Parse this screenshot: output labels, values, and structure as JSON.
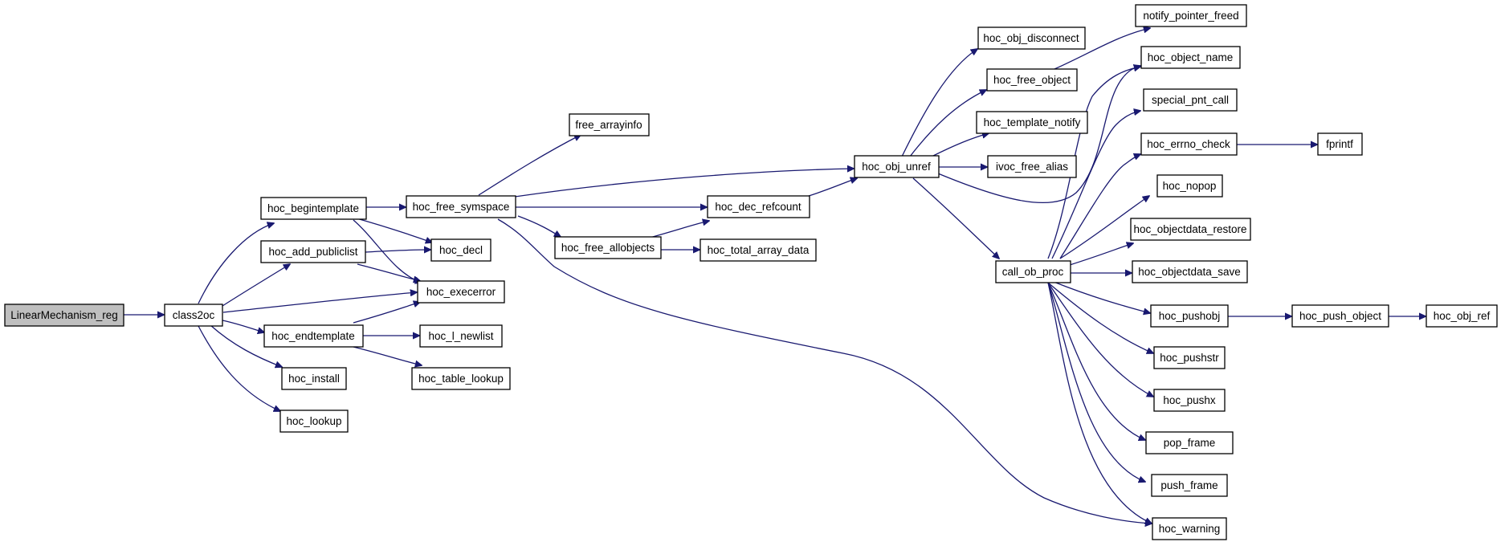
{
  "graph": {
    "nodes": {
      "LinearMechanism_reg": "LinearMechanism_reg",
      "class2oc": "class2oc",
      "hoc_begintemplate": "hoc_begintemplate",
      "hoc_add_publiclist": "hoc_add_publiclist",
      "hoc_endtemplate": "hoc_endtemplate",
      "hoc_install": "hoc_install",
      "hoc_lookup": "hoc_lookup",
      "hoc_free_symspace": "hoc_free_symspace",
      "hoc_decl": "hoc_decl",
      "hoc_execerror": "hoc_execerror",
      "hoc_l_newlist": "hoc_l_newlist",
      "hoc_table_lookup": "hoc_table_lookup",
      "free_arrayinfo": "free_arrayinfo",
      "hoc_free_allobjects": "hoc_free_allobjects",
      "hoc_dec_refcount": "hoc_dec_refcount",
      "hoc_total_array_data": "hoc_total_array_data",
      "hoc_obj_unref": "hoc_obj_unref",
      "hoc_obj_disconnect": "hoc_obj_disconnect",
      "hoc_free_object": "hoc_free_object",
      "hoc_template_notify": "hoc_template_notify",
      "ivoc_free_alias": "ivoc_free_alias",
      "call_ob_proc": "call_ob_proc",
      "notify_pointer_freed": "notify_pointer_freed",
      "hoc_object_name": "hoc_object_name",
      "special_pnt_call": "special_pnt_call",
      "hoc_errno_check": "hoc_errno_check",
      "fprintf": "fprintf",
      "hoc_nopop": "hoc_nopop",
      "hoc_objectdata_restore": "hoc_objectdata_restore",
      "hoc_objectdata_save": "hoc_objectdata_save",
      "hoc_pushobj": "hoc_pushobj",
      "hoc_push_object": "hoc_push_object",
      "hoc_obj_ref": "hoc_obj_ref",
      "hoc_pushstr": "hoc_pushstr",
      "hoc_pushx": "hoc_pushx",
      "pop_frame": "pop_frame",
      "push_frame": "push_frame",
      "hoc_warning": "hoc_warning"
    },
    "edges": [
      [
        "LinearMechanism_reg",
        "class2oc"
      ],
      [
        "class2oc",
        "hoc_begintemplate"
      ],
      [
        "class2oc",
        "hoc_add_publiclist"
      ],
      [
        "class2oc",
        "hoc_execerror"
      ],
      [
        "class2oc",
        "hoc_endtemplate"
      ],
      [
        "class2oc",
        "hoc_install"
      ],
      [
        "class2oc",
        "hoc_lookup"
      ],
      [
        "hoc_begintemplate",
        "hoc_free_symspace"
      ],
      [
        "hoc_begintemplate",
        "hoc_decl"
      ],
      [
        "hoc_begintemplate",
        "hoc_execerror"
      ],
      [
        "hoc_add_publiclist",
        "hoc_decl"
      ],
      [
        "hoc_add_publiclist",
        "hoc_execerror"
      ],
      [
        "hoc_endtemplate",
        "hoc_execerror"
      ],
      [
        "hoc_endtemplate",
        "hoc_l_newlist"
      ],
      [
        "hoc_endtemplate",
        "hoc_table_lookup"
      ],
      [
        "hoc_free_symspace",
        "free_arrayinfo"
      ],
      [
        "hoc_free_symspace",
        "hoc_obj_unref"
      ],
      [
        "hoc_free_symspace",
        "hoc_dec_refcount"
      ],
      [
        "hoc_free_symspace",
        "hoc_free_allobjects"
      ],
      [
        "hoc_free_symspace",
        "hoc_warning"
      ],
      [
        "hoc_free_allobjects",
        "hoc_dec_refcount"
      ],
      [
        "hoc_free_allobjects",
        "hoc_total_array_data"
      ],
      [
        "hoc_dec_refcount",
        "hoc_obj_unref"
      ],
      [
        "hoc_obj_unref",
        "hoc_obj_disconnect"
      ],
      [
        "hoc_obj_unref",
        "hoc_free_object"
      ],
      [
        "hoc_obj_unref",
        "hoc_template_notify"
      ],
      [
        "hoc_obj_unref",
        "ivoc_free_alias"
      ],
      [
        "hoc_obj_unref",
        "hoc_object_name"
      ],
      [
        "hoc_obj_unref",
        "call_ob_proc"
      ],
      [
        "hoc_free_object",
        "notify_pointer_freed"
      ],
      [
        "call_ob_proc",
        "hoc_object_name"
      ],
      [
        "call_ob_proc",
        "special_pnt_call"
      ],
      [
        "call_ob_proc",
        "hoc_errno_check"
      ],
      [
        "call_ob_proc",
        "hoc_nopop"
      ],
      [
        "call_ob_proc",
        "hoc_objectdata_restore"
      ],
      [
        "call_ob_proc",
        "hoc_objectdata_save"
      ],
      [
        "call_ob_proc",
        "hoc_pushobj"
      ],
      [
        "call_ob_proc",
        "hoc_pushstr"
      ],
      [
        "call_ob_proc",
        "hoc_pushx"
      ],
      [
        "call_ob_proc",
        "pop_frame"
      ],
      [
        "call_ob_proc",
        "push_frame"
      ],
      [
        "call_ob_proc",
        "hoc_warning"
      ],
      [
        "hoc_errno_check",
        "fprintf"
      ],
      [
        "hoc_pushobj",
        "hoc_push_object"
      ],
      [
        "hoc_push_object",
        "hoc_obj_ref"
      ]
    ],
    "colors": {
      "edge": "#191970",
      "root_fill": "#bfbfbf",
      "node_fill": "#ffffff",
      "node_border": "#000000"
    }
  }
}
